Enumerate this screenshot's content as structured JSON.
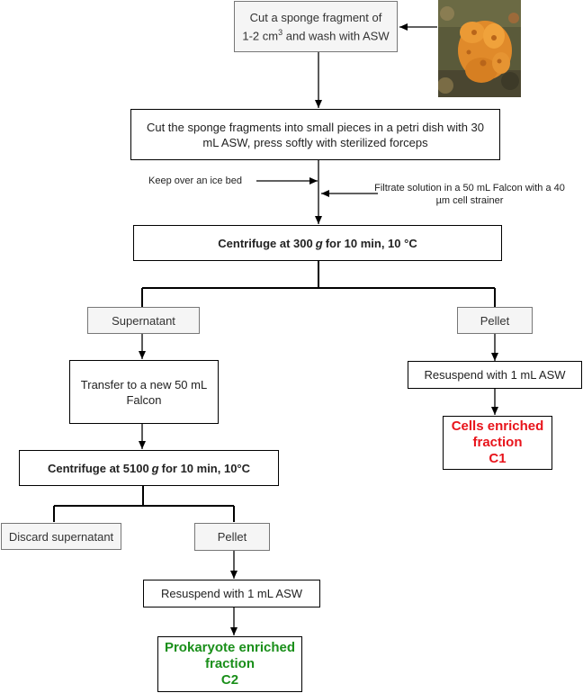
{
  "steps": {
    "cut_fragment_pre": "Cut a sponge fragment of",
    "cut_fragment_line2a": "1-2 cm",
    "cut_fragment_sup": "3",
    "cut_fragment_line2b": " and wash with ASW",
    "cut_pieces": "Cut the sponge fragments into small pieces in a petri dish with 30 mL ASW, press softly with sterilized forceps",
    "keep_ice": "Keep over an ice bed",
    "filtrate": "Filtrate solution in a 50 mL Falcon with a 40 µm cell strainer",
    "centrifuge1_pre": "Centrifuge at 300 ",
    "centrifuge1_g": "g",
    "centrifuge1_post": " for 10 min, 10 °C",
    "supernatant": "Supernatant",
    "pellet1": "Pellet",
    "transfer": "Transfer to a new 50 mL Falcon",
    "resuspend1": "Resuspend with 1 mL ASW",
    "cells_fraction": "Cells enriched fraction\nC1",
    "centrifuge2_pre": "Centrifuge at 5100 ",
    "centrifuge2_g": "g",
    "centrifuge2_post": " for 10 min, 10°C",
    "discard": "Discard supernatant",
    "pellet2": "Pellet",
    "resuspend2": "Resuspend with 1 mL ASW",
    "prok_fraction": "Prokaryote enriched fraction\nC2"
  },
  "photo": {
    "subject": "orange-sea-sponge-photo"
  },
  "colors": {
    "c1": "#e8141b",
    "c2": "#1a8f1a"
  }
}
